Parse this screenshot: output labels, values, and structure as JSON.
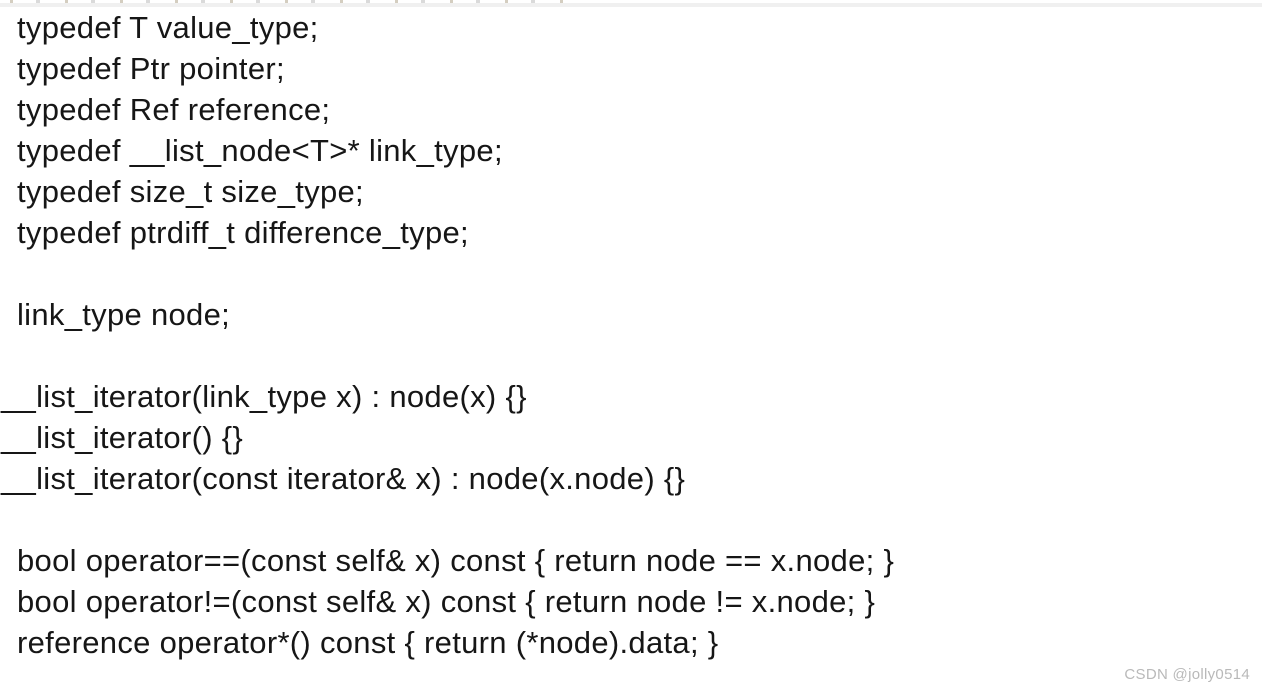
{
  "page": {
    "background": "#ffffff",
    "text_color": "#161616"
  },
  "top_strip": {
    "band_color": "#f0f0f0"
  },
  "code": {
    "lines": [
      "typedef T value_type;",
      "typedef Ptr pointer;",
      "typedef Ref reference;",
      "typedef __list_node<T>* link_type;",
      "typedef size_t size_type;",
      "typedef ptrdiff_t difference_type;",
      "",
      "link_type node;",
      "",
      "__list_iterator(link_type x) : node(x) {}",
      "__list_iterator() {}",
      "__list_iterator(const iterator& x) : node(x.node) {}",
      "",
      "bool operator==(const self& x) const { return node == x.node; }",
      "bool operator!=(const self& x) const { return node != x.node; }",
      "reference operator*() const { return (*node).data; }"
    ]
  },
  "watermark": {
    "text": "CSDN @jolly0514",
    "color": "#b9b9b9"
  }
}
